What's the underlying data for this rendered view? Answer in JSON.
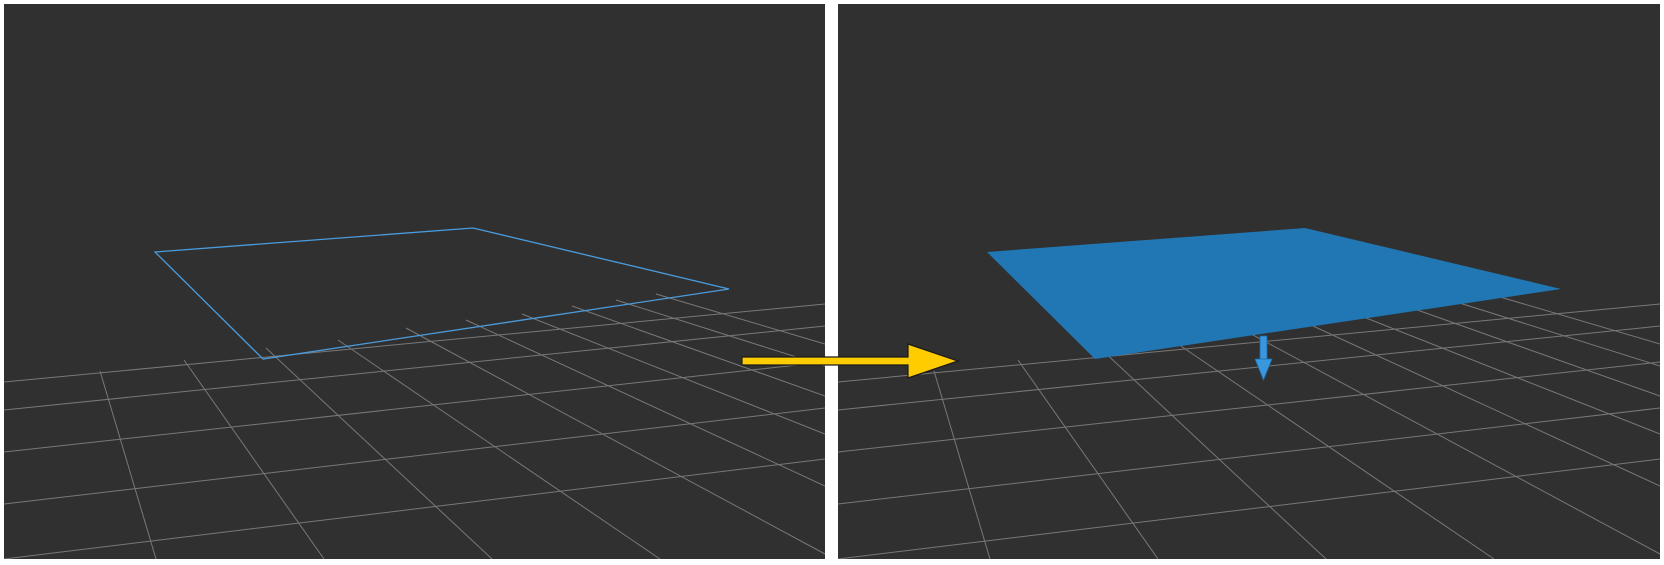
{
  "colors": {
    "viewport_background": "#303030",
    "divider": "#ffffff",
    "grid_line": "#8a8a8a",
    "outline_stroke": "#4a9bdc",
    "plane_fill": "#2077b4",
    "normal_arrow": "#3a96dd",
    "transition_arrow_fill": "#ffcc00",
    "transition_arrow_stroke": "#1a1a1a"
  },
  "panels": [
    {
      "id": "left",
      "state": "wireframe-outline",
      "object": "plane"
    },
    {
      "id": "right",
      "state": "filled-face",
      "object": "plane",
      "normal_indicator": "downward-arrow"
    }
  ],
  "transition": {
    "icon": "arrow-right-icon",
    "direction": "left-to-right"
  }
}
